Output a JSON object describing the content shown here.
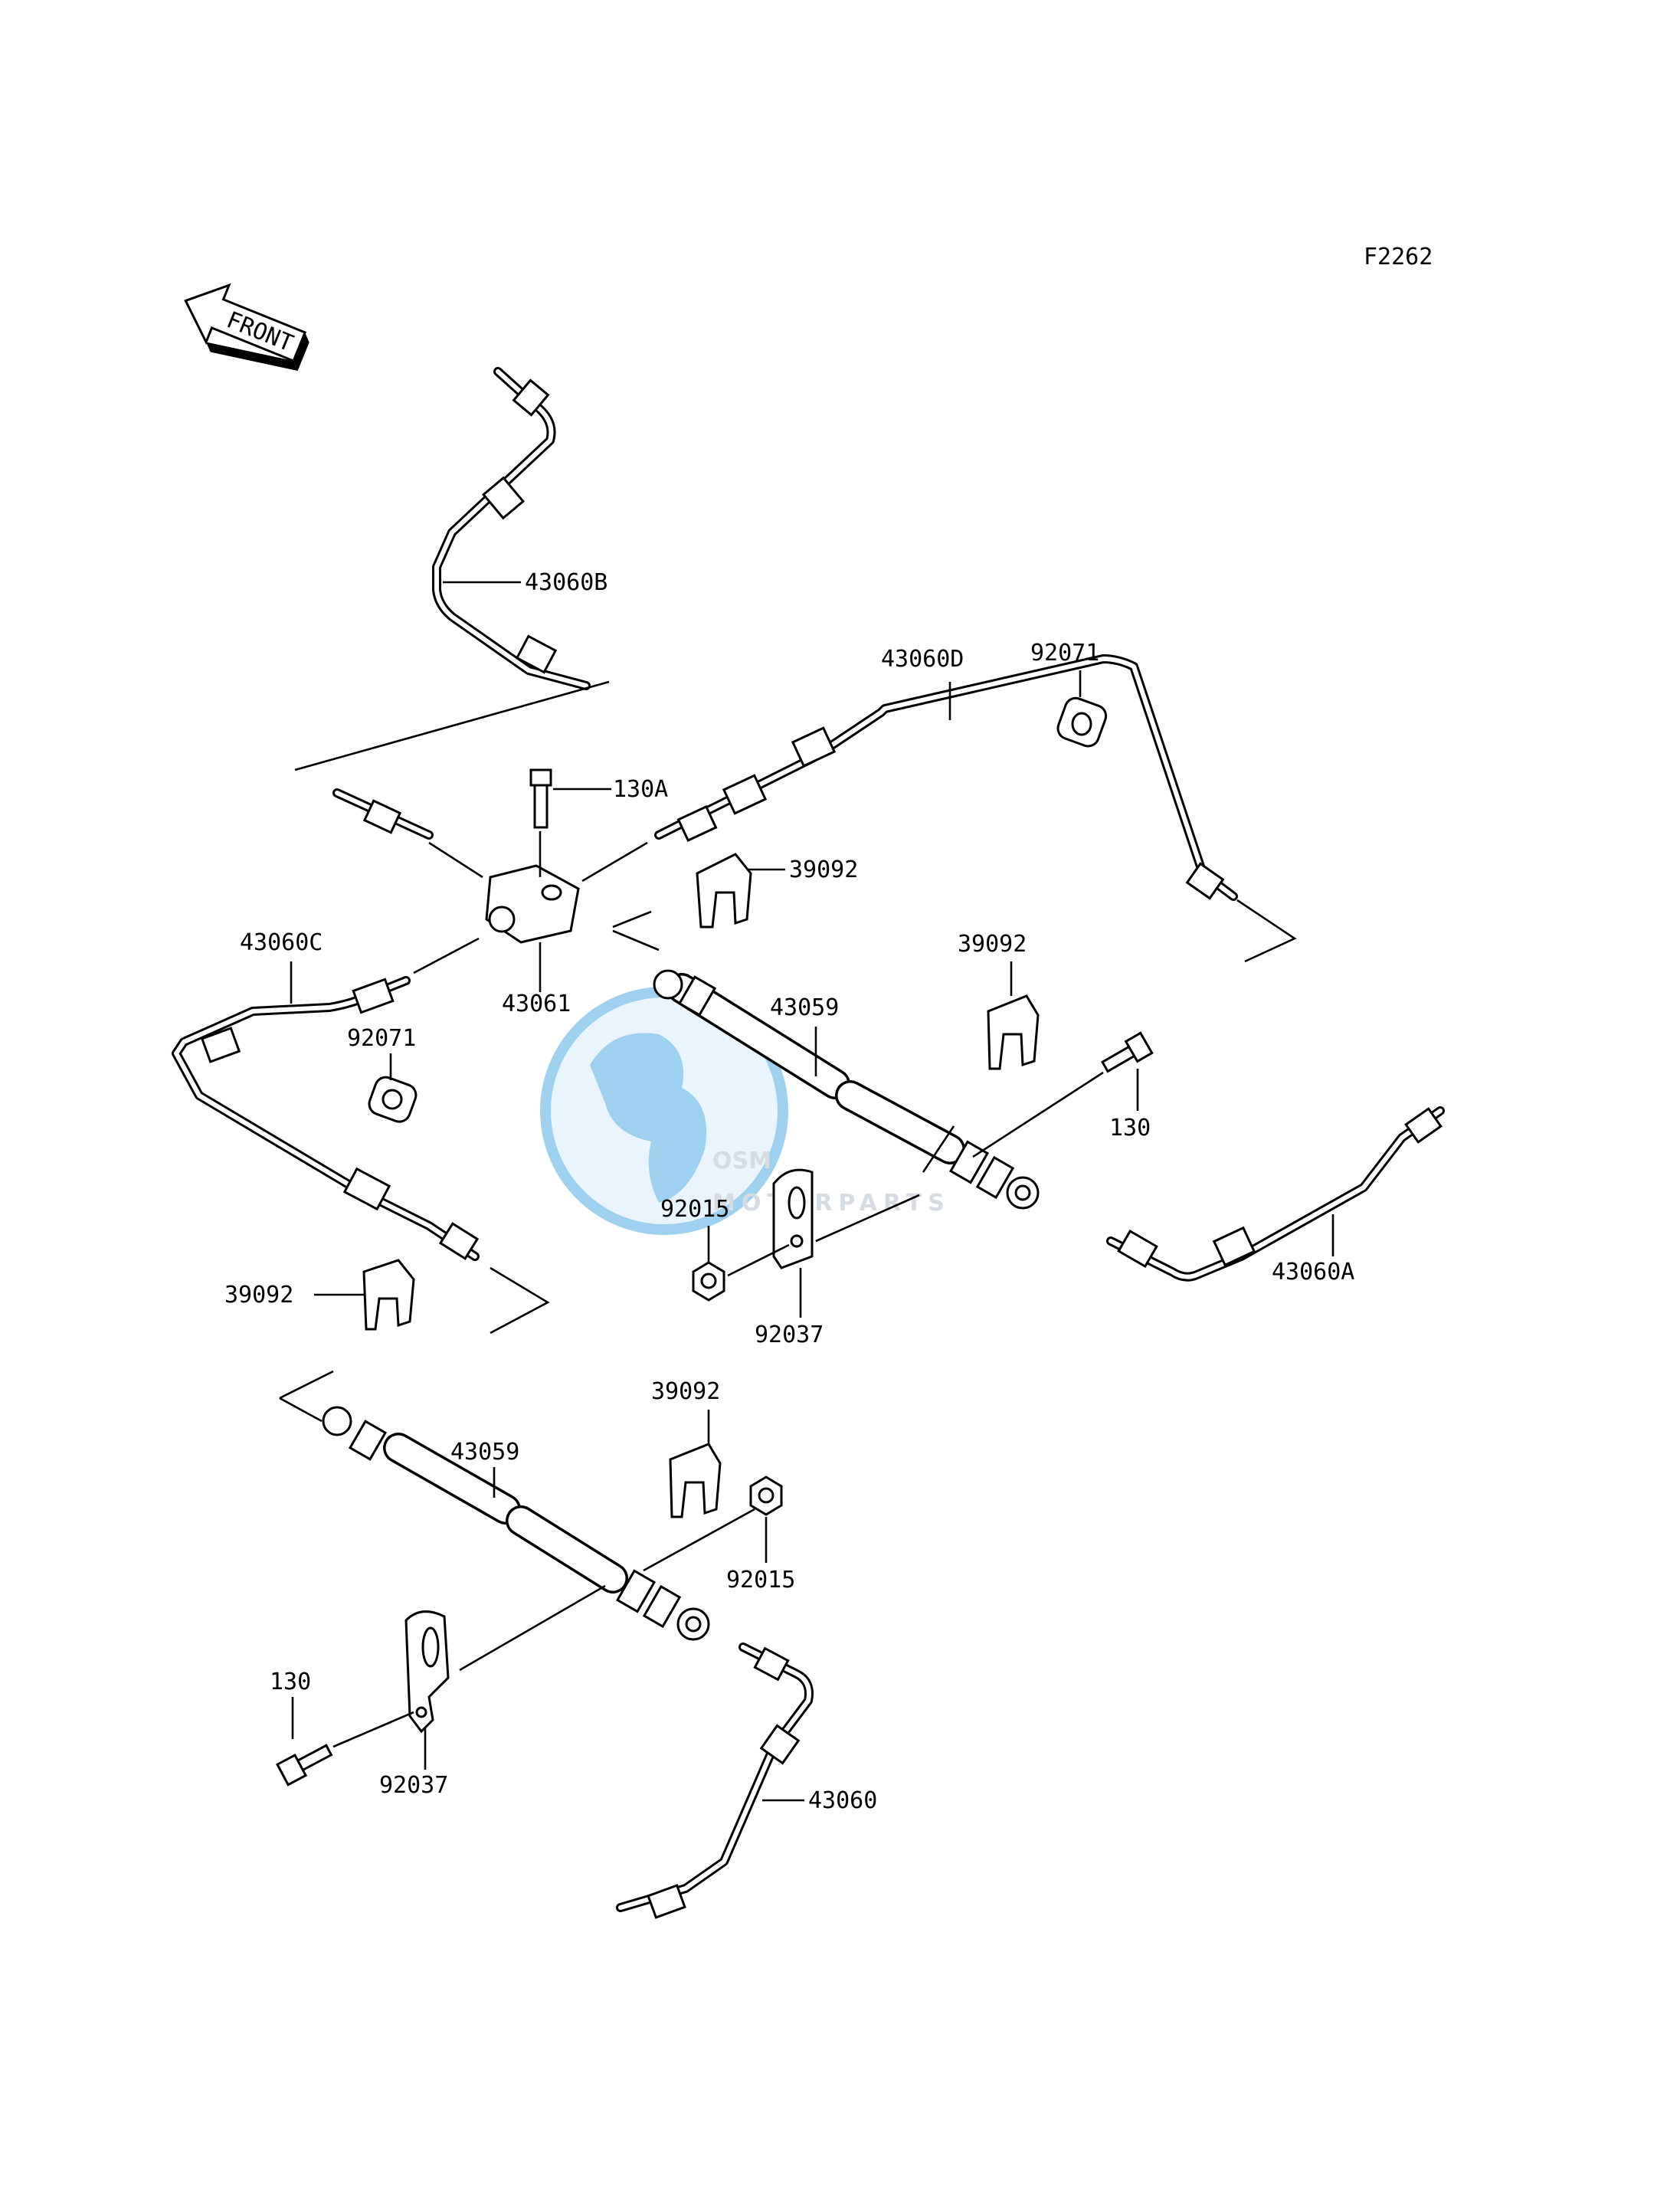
{
  "diagram": {
    "figure_code": "F2262",
    "front_label": "FRONT",
    "watermark": {
      "brand": "OSM",
      "sub": "MOTORPARTS",
      "colors": {
        "globe": "#8ec9ee",
        "text": "#c6ced6"
      }
    },
    "callouts": [
      {
        "id": "43060B",
        "label": "43060B"
      },
      {
        "id": "43060D",
        "label": "43060D"
      },
      {
        "id": "92071-a",
        "label": "92071"
      },
      {
        "id": "130A",
        "label": "130A"
      },
      {
        "id": "39092-a",
        "label": "39092"
      },
      {
        "id": "43060C",
        "label": "43060C"
      },
      {
        "id": "43061",
        "label": "43061"
      },
      {
        "id": "39092-b",
        "label": "39092"
      },
      {
        "id": "43059-a",
        "label": "43059"
      },
      {
        "id": "92071-b",
        "label": "92071"
      },
      {
        "id": "130-a",
        "label": "130"
      },
      {
        "id": "92015-a",
        "label": "92015"
      },
      {
        "id": "43060A",
        "label": "43060A"
      },
      {
        "id": "39092-c",
        "label": "39092"
      },
      {
        "id": "92037-a",
        "label": "92037"
      },
      {
        "id": "39092-d",
        "label": "39092"
      },
      {
        "id": "43059-b",
        "label": "43059"
      },
      {
        "id": "92015-b",
        "label": "92015"
      },
      {
        "id": "130-b",
        "label": "130"
      },
      {
        "id": "92037-b",
        "label": "92037"
      },
      {
        "id": "43060",
        "label": "43060"
      }
    ]
  }
}
